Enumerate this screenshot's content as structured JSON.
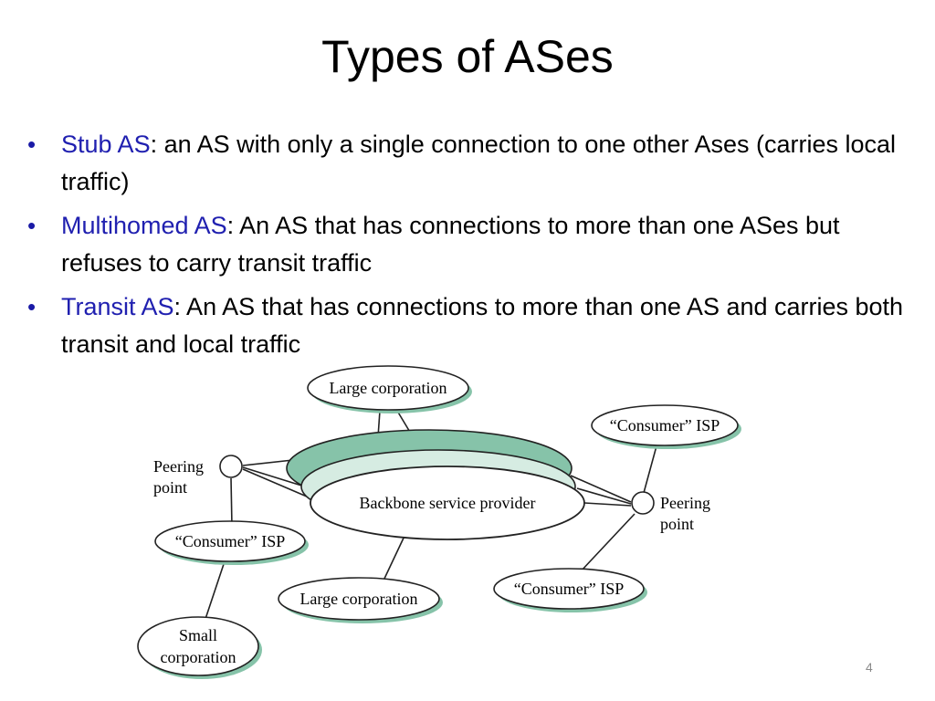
{
  "slide": {
    "title": "Types of ASes",
    "page_number": "4"
  },
  "bullets": [
    {
      "term": "Stub AS",
      "text": ": an AS with only a single connection to one other Ases (carries local traffic)"
    },
    {
      "term": "Multihomed AS",
      "text": ": An AS that has connections to more than one ASes but refuses to carry transit traffic"
    },
    {
      "term": "Transit AS",
      "text": ": An AS that has connections to more than one AS and carries both transit and local traffic"
    }
  ],
  "diagram": {
    "backbone_label": "Backbone service provider",
    "top_corporation": "Large corporation",
    "bottom_corporation": "Large corporation",
    "consumer_isp_right_top": "“Consumer” ISP",
    "consumer_isp_left": "“Consumer” ISP",
    "consumer_isp_right_bottom": "“Consumer” ISP",
    "peering_left_line1": "Peering",
    "peering_left_line2": "point",
    "peering_right_line1": "Peering",
    "peering_right_line2": "point",
    "small_corp_line1": "Small",
    "small_corp_line2": "corporation",
    "colors": {
      "backbone_dark": "#86c3a9",
      "backbone_light": "#d6ece2",
      "node_shadow": "#86c3a9",
      "bullet_term": "#2020b0"
    }
  }
}
